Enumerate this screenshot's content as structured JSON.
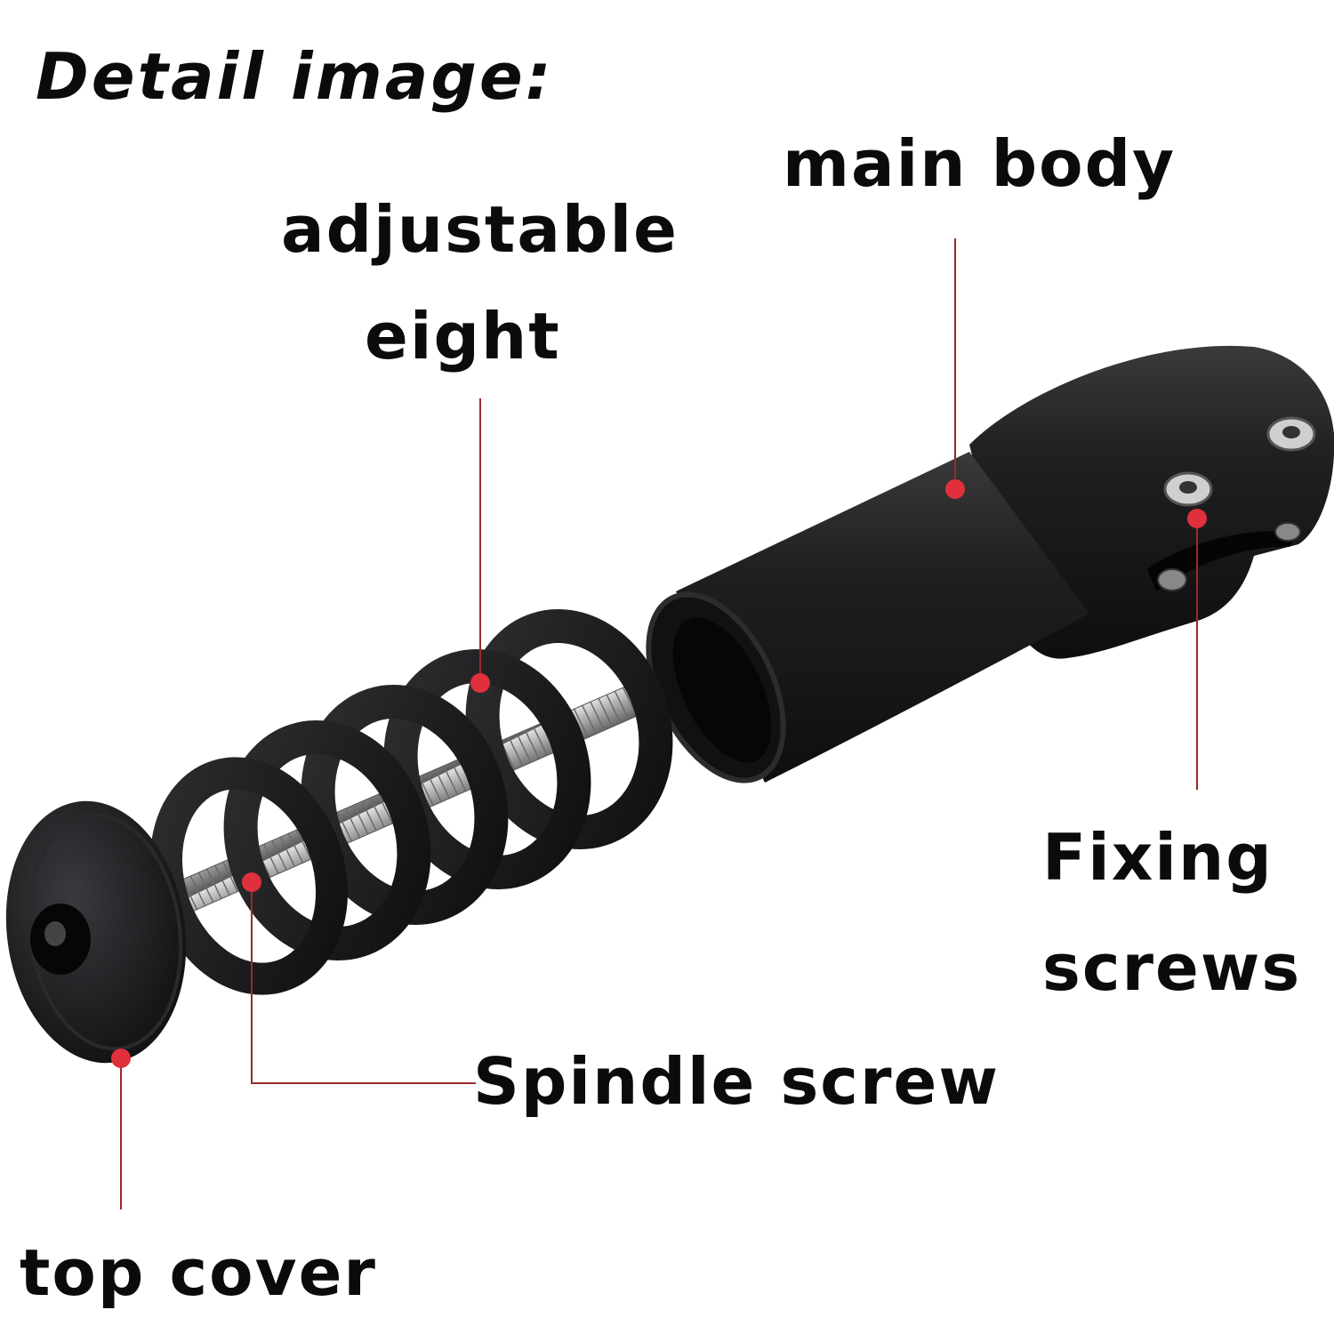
{
  "title": "Detail image:",
  "labels": {
    "main_body": "main body",
    "adjustable_line1": "adjustable",
    "adjustable_line2": "eight",
    "fixing_line1": "Fixing",
    "fixing_line2": "screws",
    "spindle_screw": "Spindle screw",
    "top_cover": "top cover"
  },
  "colors": {
    "background": "#ffffff",
    "text": "#0b0b0b",
    "leader_line": "#9a2a2a",
    "marker_dot": "#e0303c",
    "part_black": "#1b1b1d",
    "steel": "#b8b8b8"
  }
}
